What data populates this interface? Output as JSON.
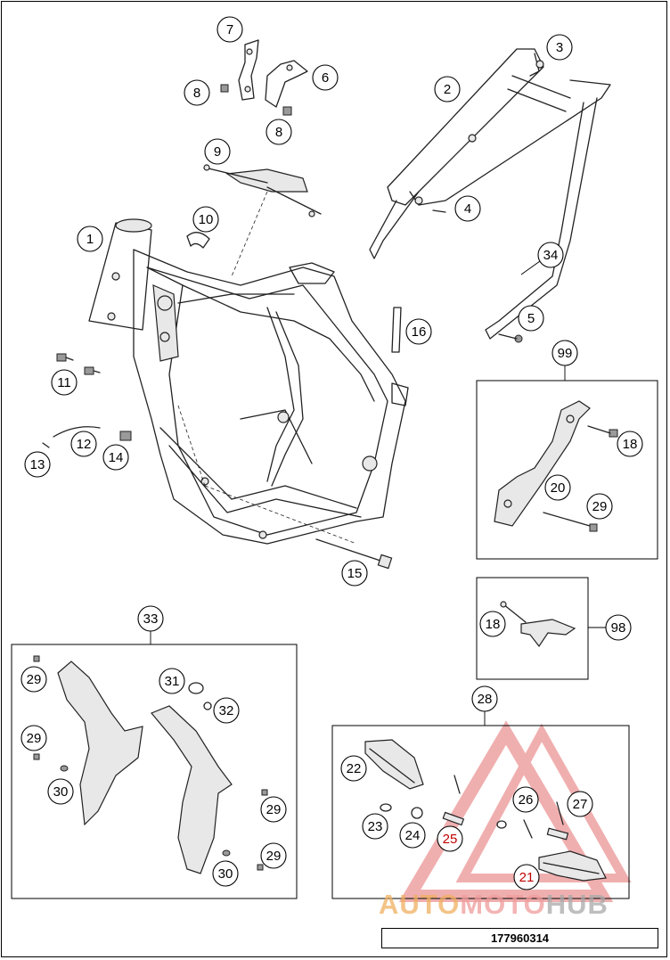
{
  "callouts": {
    "1": "1",
    "2": "2",
    "3": "3",
    "4": "4",
    "5": "5",
    "6": "6",
    "7": "7",
    "8": "8",
    "9": "9",
    "10": "10",
    "11": "11",
    "12": "12",
    "13": "13",
    "14": "14",
    "15": "15",
    "16": "16",
    "18": "18",
    "20": "20",
    "21": "21",
    "22": "22",
    "23": "23",
    "24": "24",
    "25": "25",
    "26": "26",
    "27": "27",
    "28": "28",
    "29": "29",
    "30": "30",
    "31": "31",
    "32": "32",
    "33": "33",
    "34": "34",
    "98": "98",
    "99": "99"
  },
  "document_number": "177960314",
  "watermark": {
    "part1": "AUTO",
    "part2": "MOTO",
    "part3": "HUB"
  },
  "colors": {
    "watermark_red": "#e05050",
    "watermark_orange": "#f0b060",
    "watermark_gray": "#a9a9a9"
  }
}
